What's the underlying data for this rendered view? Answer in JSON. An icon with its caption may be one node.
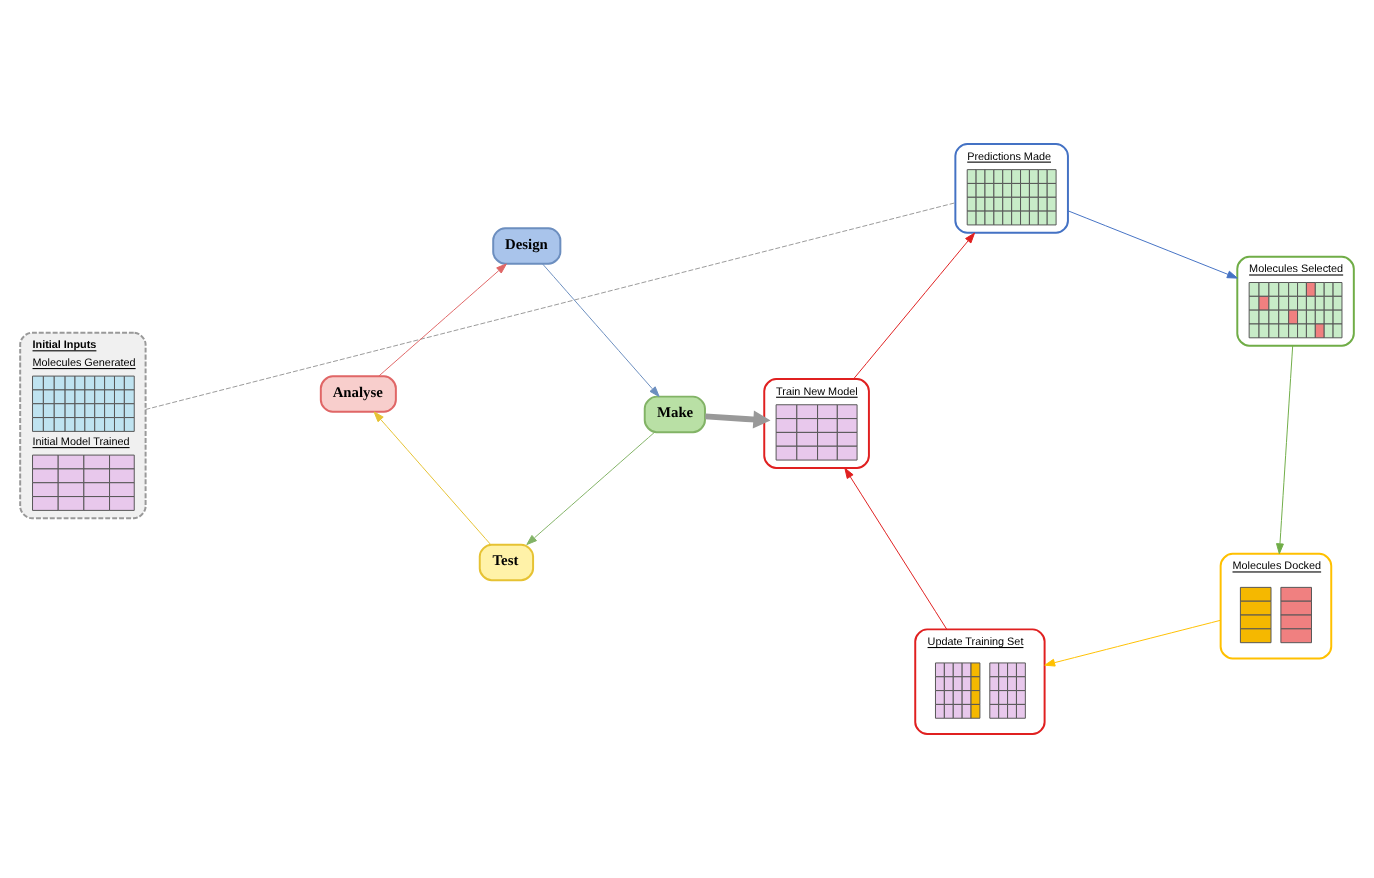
{
  "diagram": {
    "nodes": [
      {
        "text": [
          "Initial Inputs",
          "Molecules Generated",
          "Initial Model Trained"
        ]
      },
      {
        "text": [
          "Design"
        ]
      },
      {
        "text": [
          "Make"
        ]
      },
      {
        "text": [
          "Test"
        ]
      },
      {
        "text": [
          "Analyse"
        ]
      },
      {
        "text": [
          "Predictions Made"
        ]
      },
      {
        "text": [
          "Molecules Selected"
        ]
      },
      {
        "text": [
          "Molecules Docked"
        ]
      },
      {
        "text": [
          "Update Training Set"
        ]
      },
      {
        "text": [
          "Train New Model"
        ]
      }
    ],
    "edges": [
      {
        "from": 1,
        "to": 2,
        "arrow": "to",
        "color": "#6c8ebf"
      },
      {
        "from": 2,
        "to": 3,
        "arrow": "to",
        "color": "#82b366"
      },
      {
        "from": 3,
        "to": 4,
        "arrow": "to",
        "color": "#e6c233"
      },
      {
        "from": 4,
        "to": 1,
        "arrow": "to",
        "color": "#e06666"
      },
      {
        "from": 2,
        "to": 9,
        "arrow": "to",
        "style": "thick",
        "color": "#999999"
      },
      {
        "from": 0,
        "to": 5,
        "arrow": "none",
        "style": "dashed",
        "color": "#999999"
      },
      {
        "from": 5,
        "to": 6,
        "arrow": "to",
        "color": "#4472c4"
      },
      {
        "from": 6,
        "to": 7,
        "arrow": "to",
        "color": "#70ad47"
      },
      {
        "from": 7,
        "to": 8,
        "arrow": "to",
        "color": "#ffc000"
      },
      {
        "from": 8,
        "to": 9,
        "arrow": "to",
        "color": "#e02020"
      },
      {
        "from": 9,
        "to": 5,
        "arrow": "to",
        "color": "#e02020"
      }
    ]
  }
}
